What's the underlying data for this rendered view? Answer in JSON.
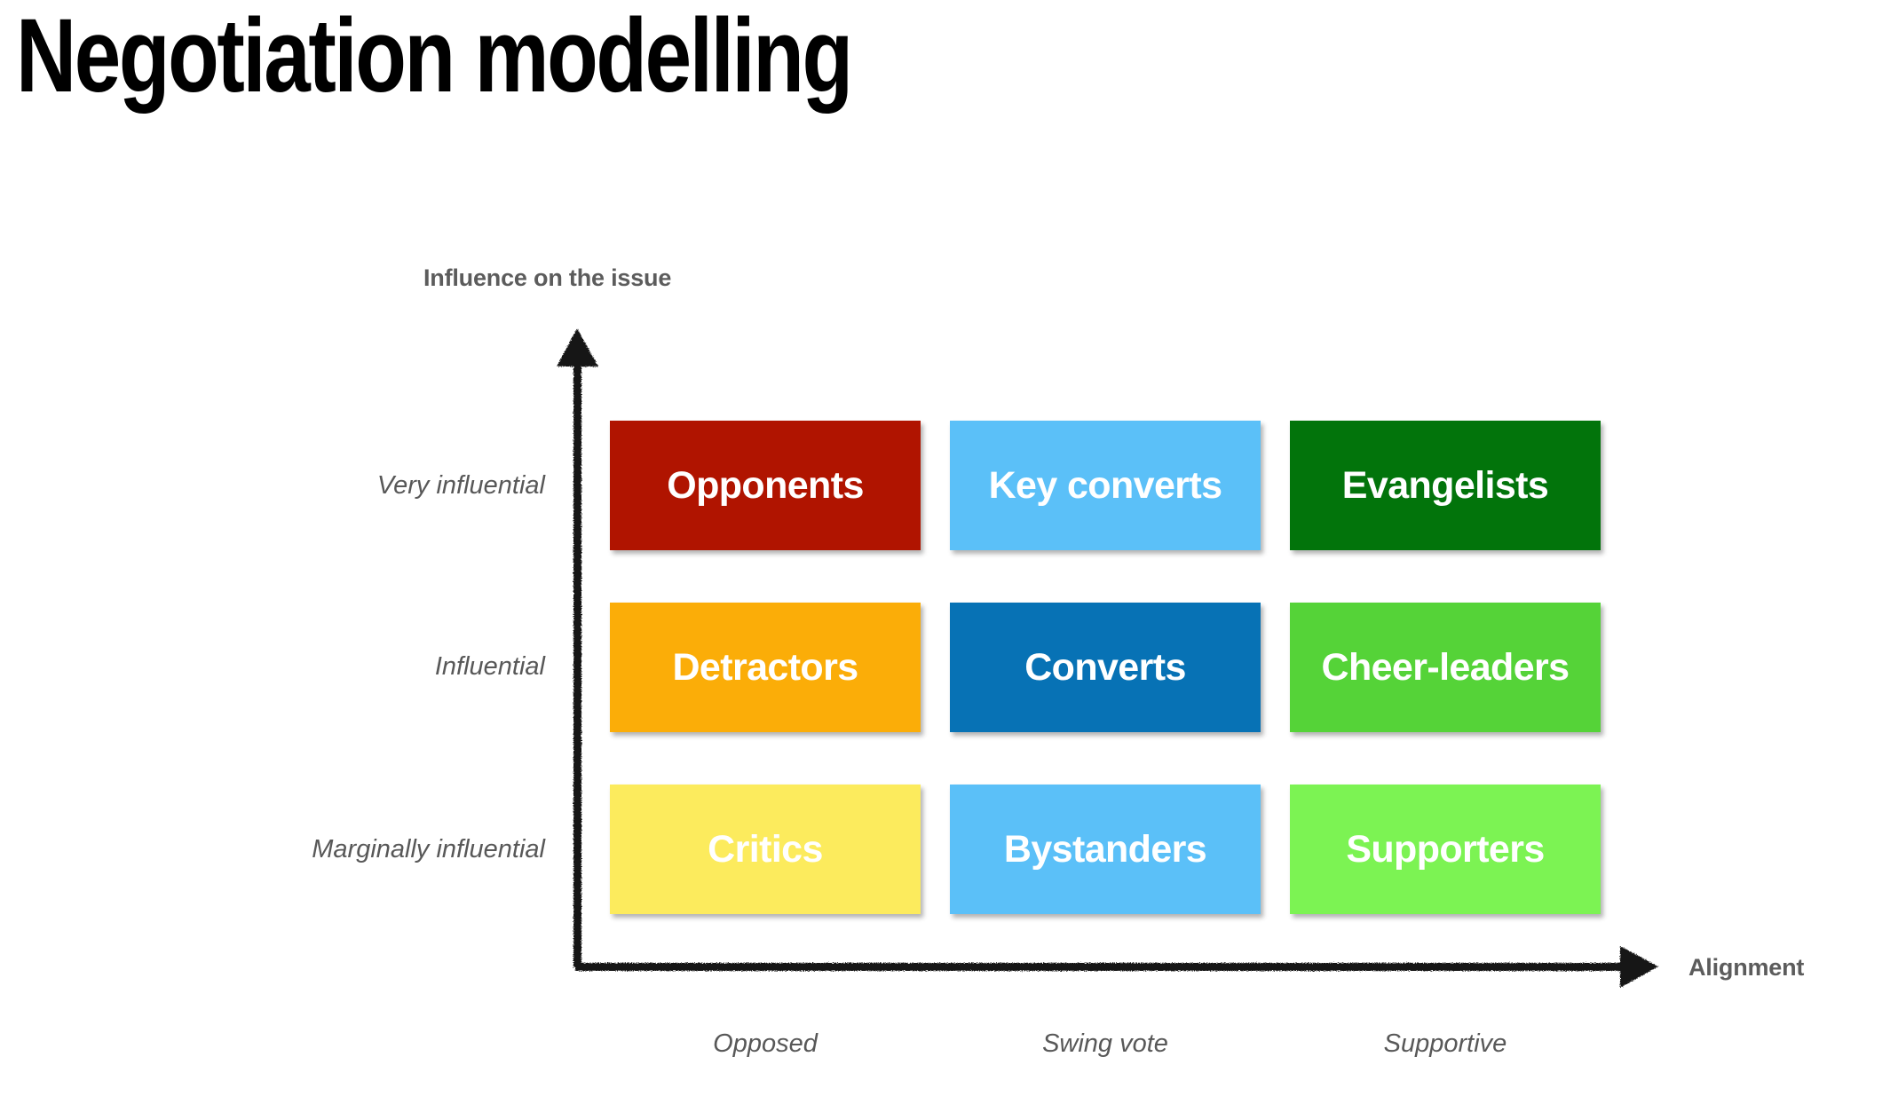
{
  "slide": {
    "title": "Negotiation modelling",
    "background_color": "#ffffff",
    "title_color": "#000000"
  },
  "axes": {
    "y_title": "Influence on the issue",
    "x_title": "Alignment",
    "label_color": "#5c5c5c",
    "tick_color": "#585858",
    "axis_color": "#111111",
    "y_ticks": [
      "Very influential",
      "Influential",
      "Marginally influential"
    ],
    "x_ticks": [
      "Opposed",
      "Swing vote",
      "Supportive"
    ],
    "y_arrow_icon": "arrow-up-icon",
    "x_arrow_icon": "arrow-right-icon"
  },
  "chart_data": {
    "type": "heatmap",
    "title": "Negotiation modelling",
    "xlabel": "Alignment",
    "ylabel": "Influence on the issue",
    "grid": false,
    "legend": "none",
    "x_categories": [
      "Opposed",
      "Swing vote",
      "Supportive"
    ],
    "y_categories": [
      "Marginally influential",
      "Influential",
      "Very influential"
    ],
    "cells": [
      {
        "row": 0,
        "col": 0,
        "y": "Very influential",
        "x": "Opposed",
        "label": "Opponents",
        "color": "#b01400",
        "text_color": "#ffffff"
      },
      {
        "row": 0,
        "col": 1,
        "y": "Very influential",
        "x": "Swing vote",
        "label": "Key converts",
        "color": "#5bc0f8",
        "text_color": "#ffffff"
      },
      {
        "row": 0,
        "col": 2,
        "y": "Very influential",
        "x": "Supportive",
        "label": "Evangelists",
        "color": "#02740b",
        "text_color": "#ffffff"
      },
      {
        "row": 1,
        "col": 0,
        "y": "Influential",
        "x": "Opposed",
        "label": "Detractors",
        "color": "#fbad08",
        "text_color": "#ffffff"
      },
      {
        "row": 1,
        "col": 1,
        "y": "Influential",
        "x": "Swing vote",
        "label": "Converts",
        "color": "#0772b5",
        "text_color": "#ffffff"
      },
      {
        "row": 1,
        "col": 2,
        "y": "Influential",
        "x": "Supportive",
        "label": "Cheer-leaders",
        "color": "#55d338",
        "text_color": "#ffffff"
      },
      {
        "row": 2,
        "col": 0,
        "y": "Marginally influential",
        "x": "Opposed",
        "label": "Critics",
        "color": "#fceb5d",
        "text_color": "#ffffff"
      },
      {
        "row": 2,
        "col": 1,
        "y": "Marginally influential",
        "x": "Swing vote",
        "label": "Bystanders",
        "color": "#5bc0f8",
        "text_color": "#ffffff"
      },
      {
        "row": 2,
        "col": 2,
        "y": "Marginally influential",
        "x": "Supportive",
        "label": "Supporters",
        "color": "#7cf353",
        "text_color": "#ffffff"
      }
    ]
  }
}
